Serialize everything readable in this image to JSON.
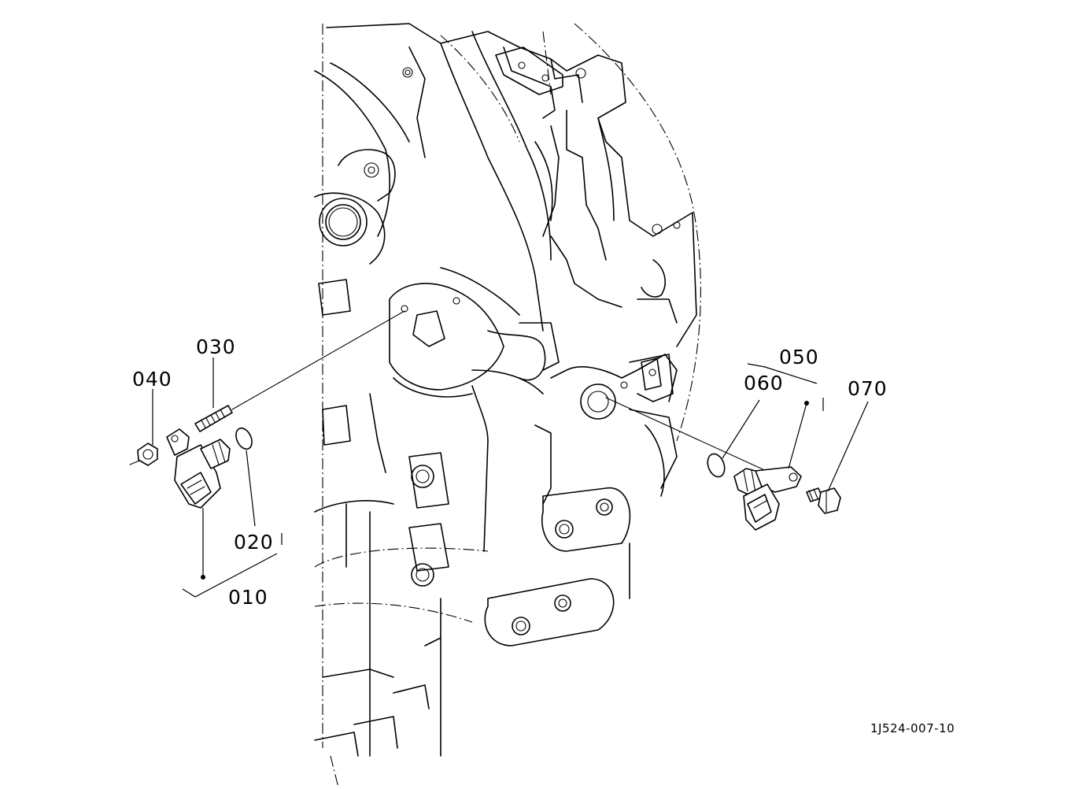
{
  "parts": [
    {
      "id": "010",
      "label": "010"
    },
    {
      "id": "020",
      "label": "020"
    },
    {
      "id": "030",
      "label": "030"
    },
    {
      "id": "040",
      "label": "040"
    },
    {
      "id": "050",
      "label": "050"
    },
    {
      "id": "060",
      "label": "060"
    },
    {
      "id": "070",
      "label": "070"
    }
  ],
  "drawing_code": "1J524-007-10"
}
